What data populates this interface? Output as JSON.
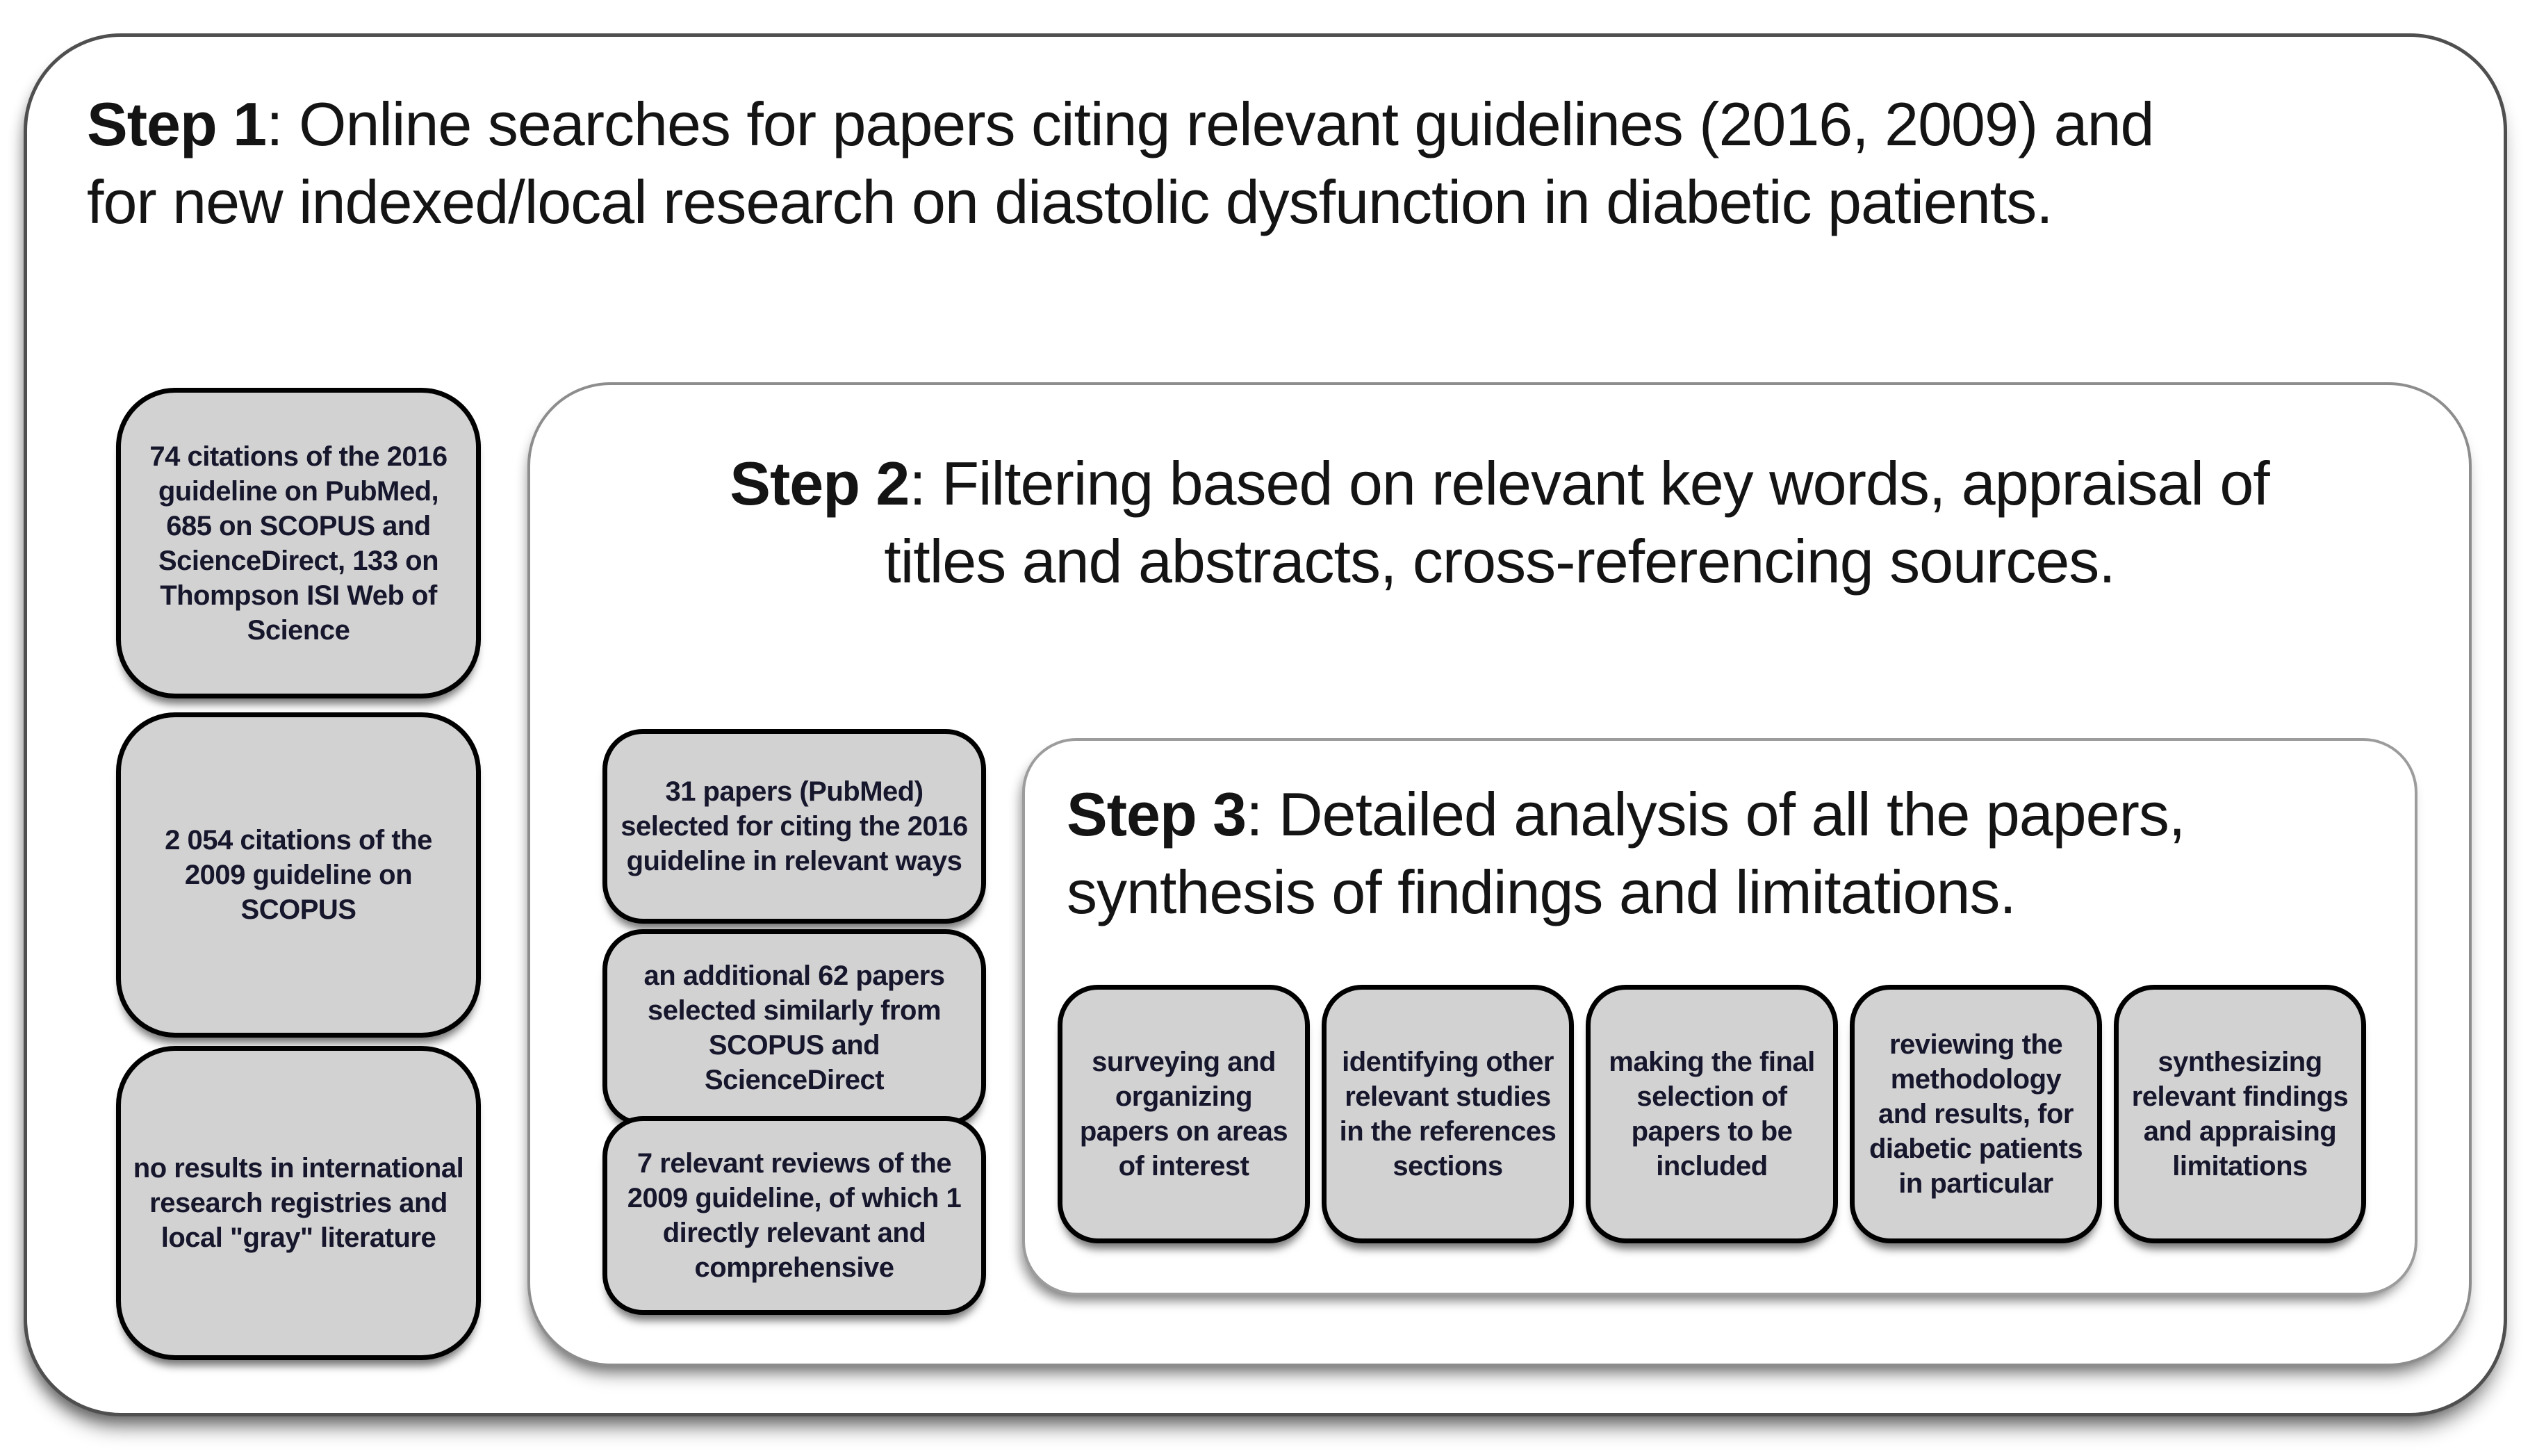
{
  "step1": {
    "label": "Step 1",
    "title_rest": ": Online searches for papers citing relevant guidelines (2016, 2009) and\nfor new indexed/local research on diastolic dysfunction in diabetic patients.",
    "boxes": [
      "74 citations of the 2016\nguideline on PubMed,\n685 on SCOPUS and\nScienceDirect, 133 on\nThompson ISI Web of\nScience",
      "2 054 citations of the\n2009 guideline on\nSCOPUS",
      "no results in international\nresearch registries and\nlocal \"gray\" literature"
    ]
  },
  "step2": {
    "label": "Step 2",
    "title_rest": ": Filtering based on relevant key words, appraisal of\ntitles and abstracts, cross-referencing sources.",
    "boxes": [
      "31 papers (PubMed)\nselected for citing the 2016\nguideline in relevant ways",
      "an additional 62 papers\nselected similarly from\nSCOPUS and ScienceDirect",
      "7 relevant reviews of the\n2009 guideline, of which 1\ndirectly relevant and\ncomprehensive"
    ]
  },
  "step3": {
    "label": "Step 3",
    "title_rest": ": Detailed analysis of all the papers,\nsynthesis of findings and limitations.",
    "boxes": [
      "surveying and\norganizing\npapers on areas\nof interest",
      "identifying other\nrelevant studies\nin the references\nsections",
      "making the final\nselection of\npapers to be\nincluded",
      "reviewing the\nmethodology\nand results, for\ndiabetic patients\nin particular",
      "synthesizing\nrelevant findings\nand appraising\nlimitations"
    ]
  },
  "colors": {
    "box_fill": "#d2d2d2",
    "box_border": "#000000",
    "box_text": "#16162c",
    "panel_border_outer": "#4f4f4f",
    "panel_border_inner": "#8d8d8d",
    "title_text": "#141414"
  }
}
